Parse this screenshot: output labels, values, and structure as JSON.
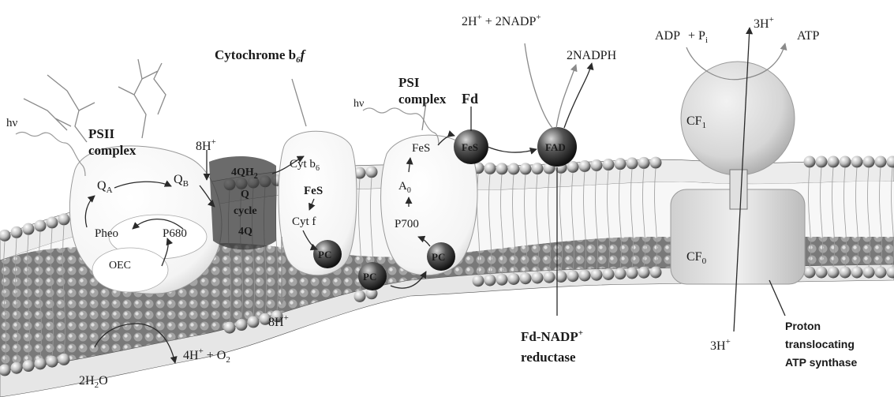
{
  "labels": {
    "hv_left": "hν",
    "psii_line1": "PSII",
    "psii_line2": "complex",
    "qa": "Q",
    "qa_sub": "A",
    "qb": "Q",
    "qb_sub": "B",
    "pheo": "Pheo",
    "p680": "P680",
    "oec": "OEC",
    "h2o_pre": "2H",
    "h2o_sub": "2",
    "h2o_post": "O",
    "prod_4h": "4H",
    "prod_4h_sup": "+",
    "prod_plus": " + O",
    "prod_o2_sub": "2",
    "h8_top": "8H",
    "h8_top_sup": "+",
    "h8_bottom": "8H",
    "h8_bottom_sup": "+",
    "cyt_title_a": "Cytochrome b",
    "cyt_title_sub": "6",
    "cyt_title_f": "f",
    "q_4qh2": "4QH",
    "q_4qh2_sub": "2",
    "q_cycle_1": "Q",
    "q_cycle_2": "cycle",
    "q_4q": "4Q",
    "cyt_b6": "Cyt b",
    "cyt_b6_sub": "6",
    "fes_cyt": "FeS",
    "cyt_f": "Cyt f",
    "pc1": "PC",
    "pc2": "PC",
    "pc3": "PC",
    "hv_right": "hν",
    "psi_line1": "PSI",
    "psi_line2": "complex",
    "fd_title": "Fd",
    "fes_psi": "FeS",
    "a0": "A",
    "a0_sub": "0",
    "p700": "P700",
    "fes_fd": "FeS",
    "fad": "FAD",
    "nadp_eq": "2H",
    "nadp_eq_sup": "+",
    "nadp_eq_2": " + 2NADP",
    "nadp_eq_sup2": "+",
    "nadph": "2NADPH",
    "fnr_line1": "Fd-NADP",
    "fnr_sup": "+",
    "fnr_line2": "reductase",
    "adp": "ADP",
    "adp_plus": "+ P",
    "adp_sub": "i",
    "atp_h": "3H",
    "atp_h_sup": "+",
    "atp": "ATP",
    "cf1": "CF",
    "cf1_sub": "1",
    "cf0": "CF",
    "cf0_sub": "0",
    "h3_bottom": "3H",
    "h3_bottom_sup": "+",
    "synthase_1": "Proton",
    "synthase_2": "translocating",
    "synthase_3": "ATP synthase"
  }
}
